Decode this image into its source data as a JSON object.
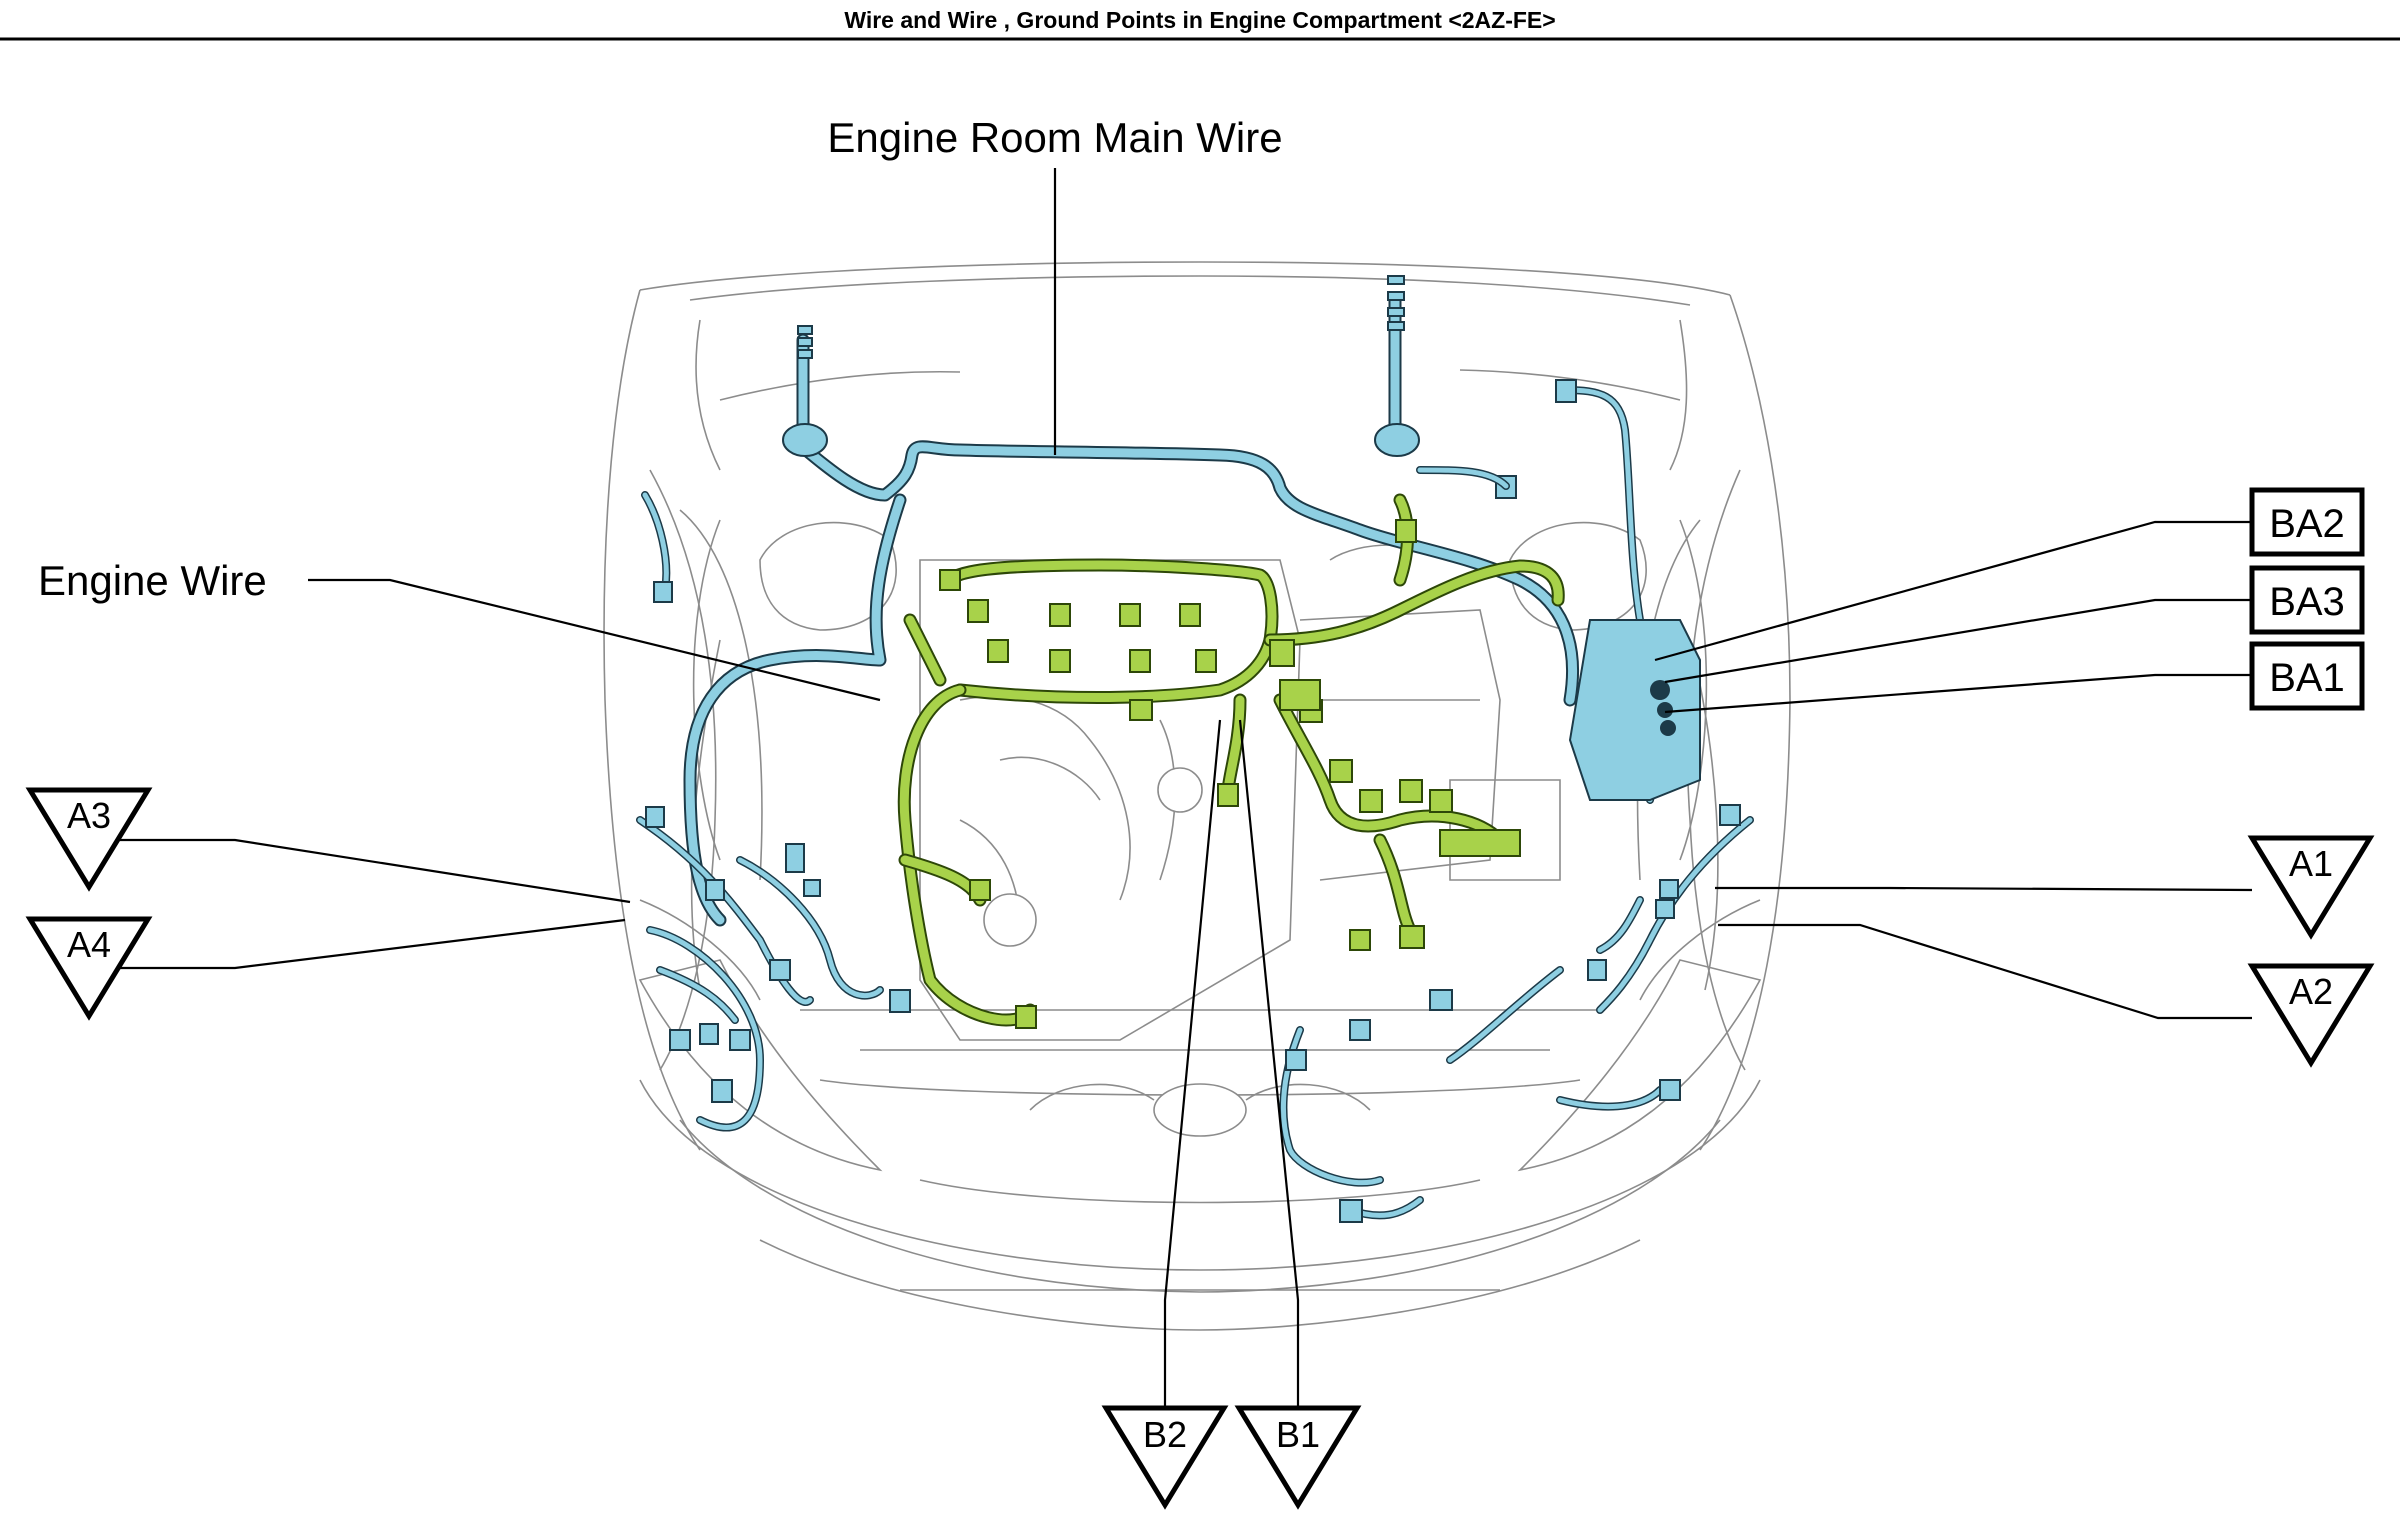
{
  "title": "Wire and Wire , Ground Points in Engine Compartment <2AZ-FE>",
  "labels": {
    "engine_room_main_wire": "Engine Room Main Wire",
    "engine_wire": "Engine Wire"
  },
  "ground_points": {
    "A1": "A1",
    "A2": "A2",
    "A3": "A3",
    "A4": "A4",
    "B1": "B1",
    "B2": "B2"
  },
  "connectors": {
    "BA1": "BA1",
    "BA2": "BA2",
    "BA3": "BA3"
  },
  "colors": {
    "engine_room_main_wire": "#8ecfe2",
    "engine_wire": "#a8d24a",
    "outline": "#8c8c8c"
  }
}
